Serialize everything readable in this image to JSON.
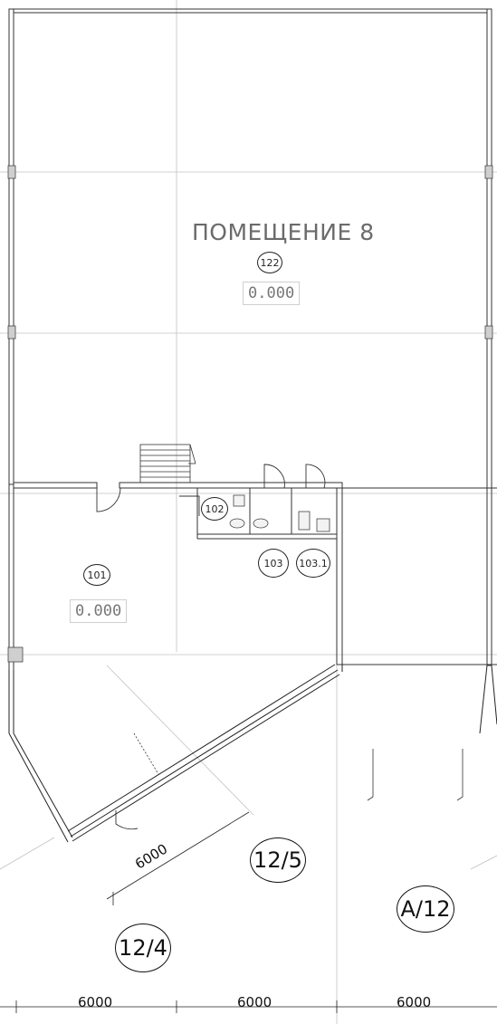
{
  "rooms": {
    "main": {
      "title": "ПОМЕЩЕНИЕ 8",
      "number": "122",
      "level": "0.000"
    },
    "r101": {
      "number": "101",
      "level": "0.000"
    },
    "r102": {
      "number": "102"
    },
    "r103": {
      "number": "103"
    },
    "r1031": {
      "number": "103.1"
    }
  },
  "grid_bubbles": [
    "12/5",
    "12/4",
    "A/12"
  ],
  "dimensions": {
    "diagonal": "6000",
    "bottom": [
      "6000",
      "6000",
      "6000"
    ]
  },
  "colors": {
    "line": "#222222",
    "grid": "#b8b8b8",
    "text_gray": "#6b6b6b"
  }
}
